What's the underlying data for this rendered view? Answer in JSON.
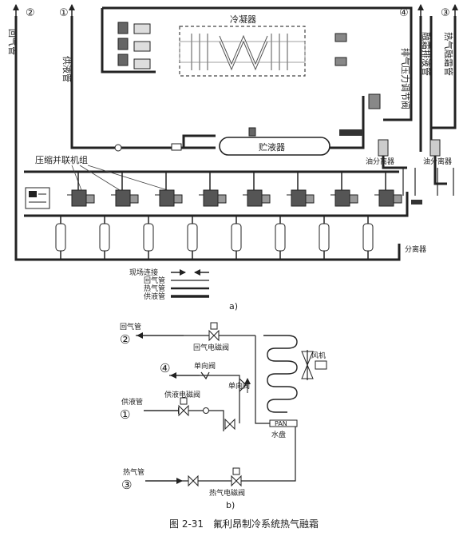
{
  "top": {
    "circled": {
      "c1": "①",
      "c2": "②",
      "c3": "③",
      "c4": "④"
    },
    "pipe_labels": {
      "return_gas": "回气管",
      "liquid_supply": "供液管",
      "defrost_drain": "融霜排液管",
      "hot_gas_defrost": "热气融霜管",
      "discharge_pressure_valve": "排气压力调节阀"
    },
    "condenser": "冷凝器",
    "receiver": "贮液器",
    "oil_sep_1": "油分离器",
    "oil_sep_2": "油分离器",
    "compressor_unit": "压缩并联机组",
    "separator": "分离器",
    "legend": {
      "field_connection": "现场连接",
      "return_pipe": "回气管",
      "hot_gas_pipe": "热气管",
      "supply_pipe": "供液管"
    },
    "sub_label": "a)",
    "compressor_count": 8
  },
  "bottom": {
    "return_gas": "回气管",
    "return_gas_valve": "回气电磁阀",
    "check_valve_1": "单向阀",
    "check_valve_2": "单向阀",
    "fan": "风机",
    "supply_pipe": "供液管",
    "supply_valve": "供液电磁阀",
    "pan_text": "PAN",
    "drip_pan": "水盘",
    "hot_gas_pipe": "热气管",
    "hot_gas_valve": "热气电磁阀",
    "c1": "①",
    "c2": "②",
    "c3": "③",
    "c4": "④",
    "sub_label": "b)"
  },
  "caption": "图 2-31　氟利昂制冷系统热气融霜"
}
